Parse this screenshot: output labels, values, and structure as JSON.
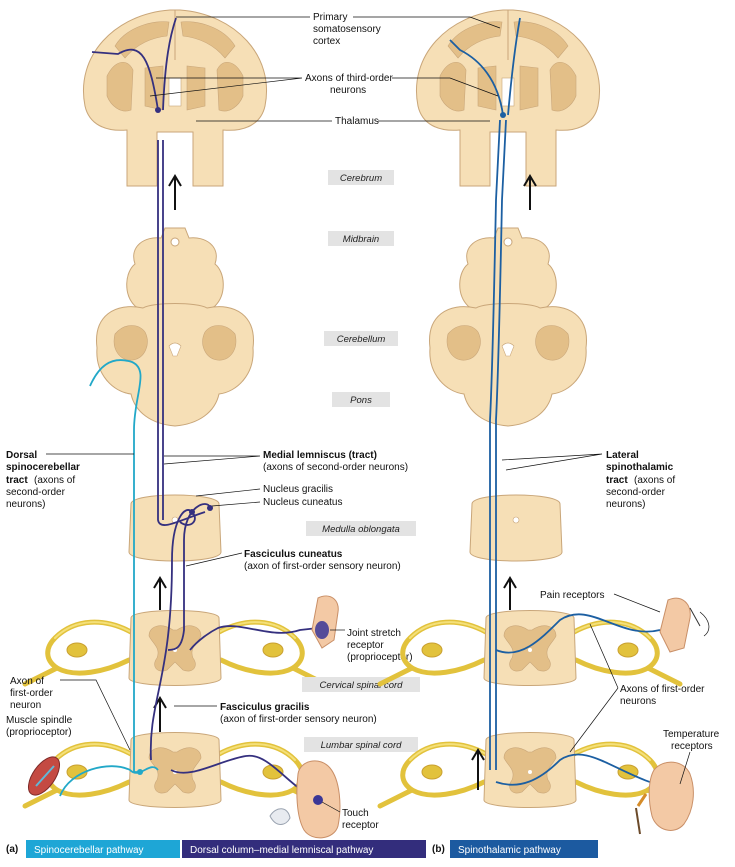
{
  "labels": {
    "primary_cortex": [
      "Primary",
      "somatosensory",
      "cortex"
    ],
    "axons_third": [
      "Axons of third-order",
      "neurons"
    ],
    "thalamus": "Thalamus",
    "dorsal_spinocerebellar": [
      "Dorsal",
      "spinocerebellar",
      "tract",
      "(axons of",
      "second-order",
      "neurons)"
    ],
    "medial_lemniscus": [
      "Medial lemniscus (tract)",
      "(axons of second-order neurons)"
    ],
    "nucleus_gracilis": "Nucleus gracilis",
    "nucleus_cuneatus": "Nucleus cuneatus",
    "fasciculus_cuneatus": [
      "Fasciculus cuneatus",
      "(axon of first-order sensory neuron)"
    ],
    "joint_stretch": [
      "Joint stretch",
      "receptor",
      "(proprioceptor)"
    ],
    "axon_first": [
      "Axon of",
      "first-order",
      "neuron"
    ],
    "muscle_spindle": [
      "Muscle spindle",
      "(proprioceptor)"
    ],
    "fasciculus_gracilis": [
      "Fasciculus gracilis",
      "(axon of first-order sensory neuron)"
    ],
    "touch_receptor": [
      "Touch",
      "receptor"
    ],
    "lateral_spinothalamic": [
      "Lateral",
      "spinothalamic",
      "tract",
      "(axons of",
      "second-order",
      "neurons)"
    ],
    "pain_receptors": "Pain receptors",
    "axons_first_order": [
      "Axons of first-order",
      "neurons"
    ],
    "temperature_receptors": [
      "Temperature",
      "receptors"
    ]
  },
  "regions": [
    "Cerebrum",
    "Midbrain",
    "Cerebellum",
    "Pons",
    "Medulla oblongata",
    "Cervical spinal cord",
    "Lumbar spinal cord"
  ],
  "legend": {
    "a_letter": "(a)",
    "b_letter": "(b)",
    "items": [
      {
        "label": "Spinocerebellar pathway",
        "color": "#1ea6d6"
      },
      {
        "label": "Dorsal column–medial lemniscal pathway",
        "color": "#332d7c"
      },
      {
        "label": "Spinothalamic pathway",
        "color": "#1c5aa0"
      }
    ]
  },
  "colors": {
    "spinocerebellar": "#22a8c8",
    "dorsal_column": "#35307f",
    "spinothalamic": "#1c5fa2",
    "tissue": "#f6dfb6",
    "gray_matter": "#e3bf88",
    "nerve": "#e2c23c"
  }
}
